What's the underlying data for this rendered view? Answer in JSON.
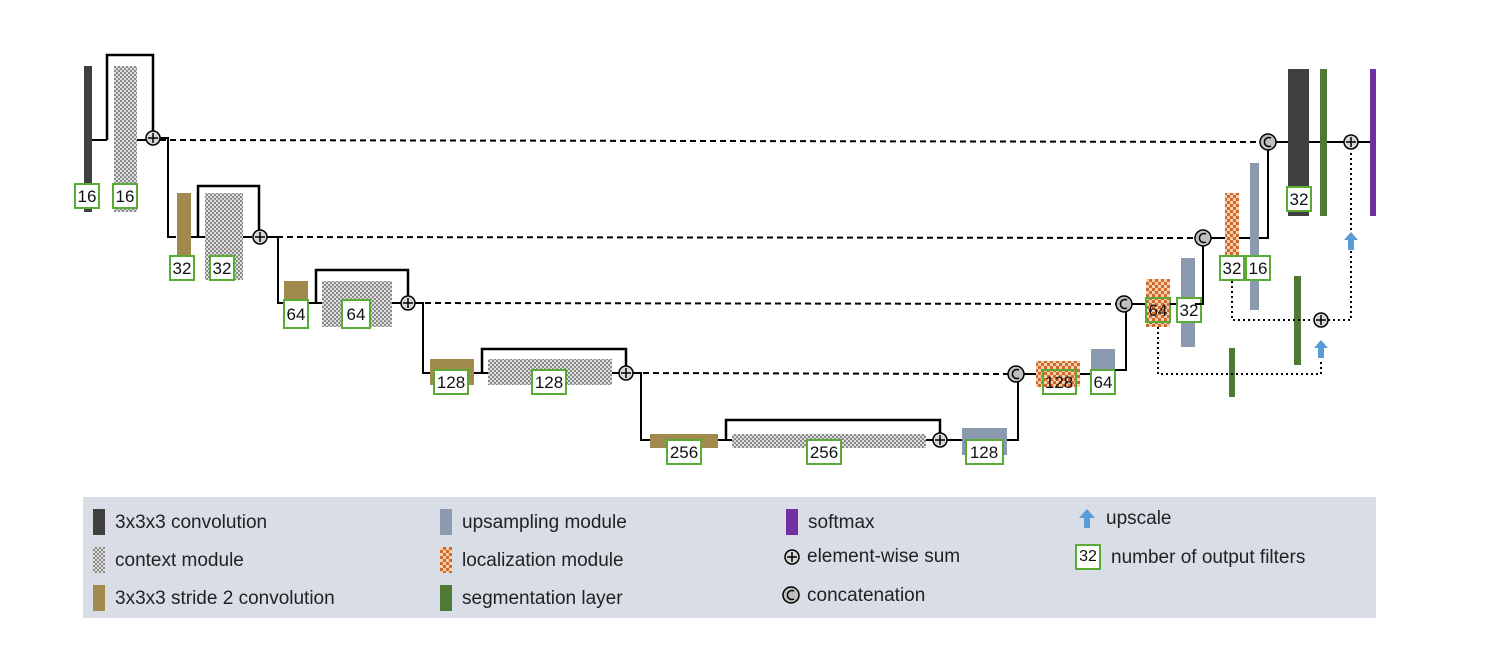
{
  "filters": {
    "l1_conv": "16",
    "l1_ctx": "16",
    "l2_conv": "32",
    "l2_ctx": "32",
    "l3_conv": "64",
    "l3_ctx": "64",
    "l4_conv": "128",
    "l4_ctx": "128",
    "l5_conv": "256",
    "l5_ctx": "256",
    "up4": "128",
    "loc4": "128",
    "up3": "64",
    "loc3": "64",
    "up2": "32",
    "loc2": "32",
    "up1": "16",
    "final_conv": "32"
  },
  "legend": {
    "conv": "3x3x3 convolution",
    "context": "context module",
    "stride": "3x3x3 stride 2 convolution",
    "upsampling": "upsampling  module",
    "localization": "localization module",
    "segmentation": "segmentation layer",
    "softmax": "softmax",
    "sum": "element-wise  sum",
    "concat": "concatenation",
    "upscale": "upscale",
    "filters": "number  of output filters",
    "filters_example": "32"
  },
  "colors": {
    "conv": "#404040",
    "stride": "#a08a4e",
    "upsampling": "#8c9ab0",
    "localization": "#d0692a",
    "segmentation": "#4f7a35",
    "softmax": "#7030a0",
    "upscale": "#5b9bd5",
    "label_border": "#5aab35",
    "legend_bg": "#d8dde6"
  }
}
